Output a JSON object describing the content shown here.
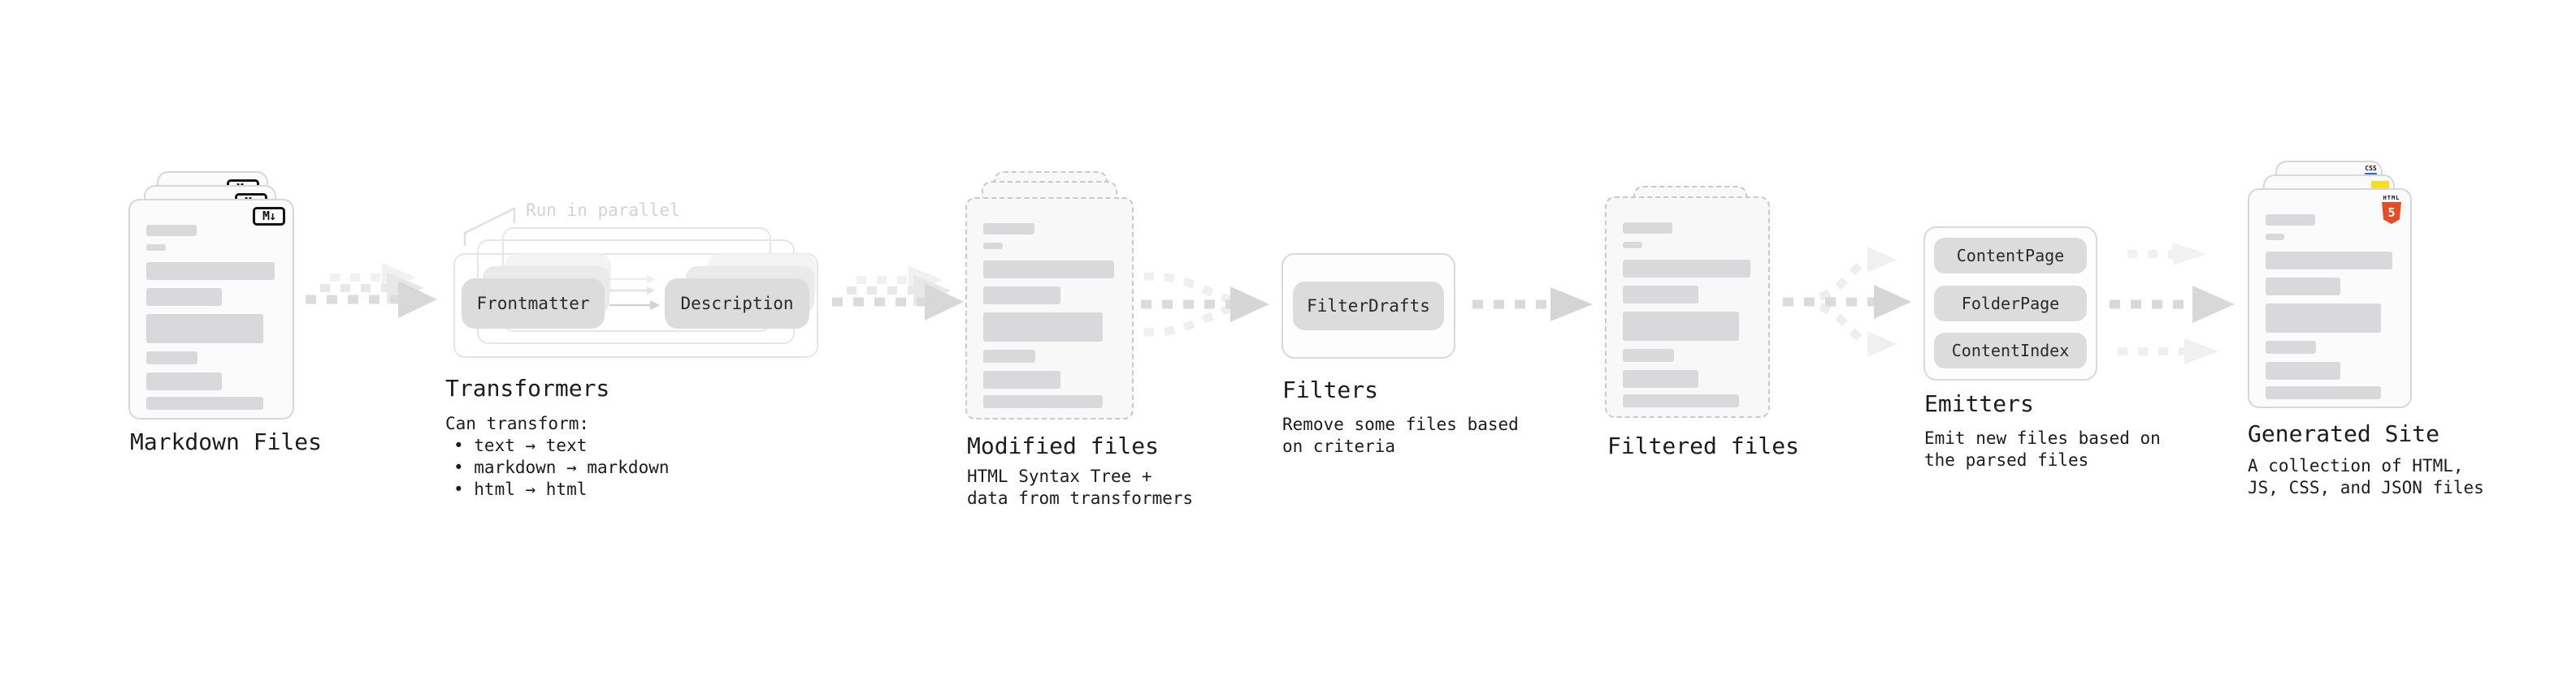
{
  "stages": {
    "markdown_files": {
      "title": "Markdown Files",
      "badge": "M↓"
    },
    "transformers": {
      "title": "Transformers",
      "annotation": "Run in parallel",
      "step1": "Frontmatter",
      "step2": "Description",
      "desc_heading": "Can transform:",
      "bullets": [
        "• text → text",
        "• markdown → markdown",
        "• html → html"
      ]
    },
    "modified_files": {
      "title": "Modified files",
      "subtitle": [
        "HTML Syntax Tree +",
        "data from transformers"
      ]
    },
    "filters": {
      "title": "Filters",
      "step1": "FilterDrafts",
      "subtitle": [
        "Remove some files based",
        "on criteria"
      ]
    },
    "filtered_files": {
      "title": "Filtered files"
    },
    "emitters": {
      "title": "Emitters",
      "steps": [
        "ContentPage",
        "FolderPage",
        "ContentIndex"
      ],
      "subtitle": [
        "Emit new files based on",
        "the parsed files"
      ]
    },
    "generated_site": {
      "title": "Generated Site",
      "subtitle": [
        "A collection of HTML,",
        "JS, CSS, and JSON files"
      ],
      "html5_badge_top": "HTML",
      "html5_badge_number": "5",
      "css_badge": "CSS"
    }
  },
  "colors": {
    "html5_orange": "#e44d26",
    "js_yellow": "#f7df1e",
    "css_blue": "#2965f1",
    "chip_gray": "#dcdcdd",
    "skeleton_gray": "#d9d9dc"
  }
}
